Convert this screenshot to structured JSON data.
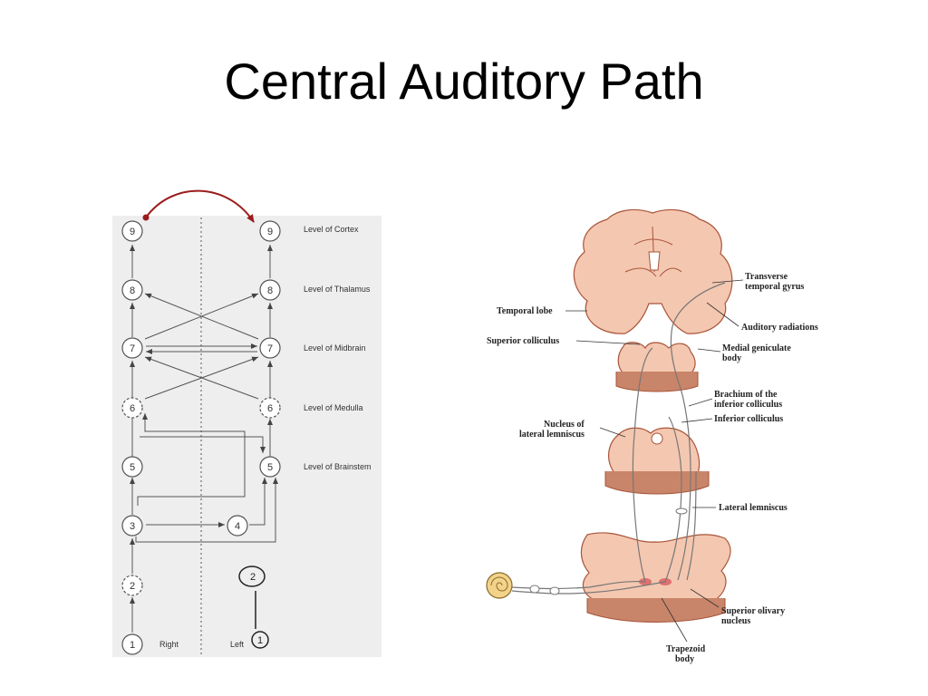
{
  "slide": {
    "title": "Central Auditory Path"
  },
  "pathway_diagram": {
    "levels": [
      {
        "label": "Level of Cortex"
      },
      {
        "label": "Level of Thalamus"
      },
      {
        "label": "Level of Midbrain"
      },
      {
        "label": "Level of Medulla"
      },
      {
        "label": "Level of Brainstem"
      }
    ],
    "right_nodes": [
      "9",
      "8",
      "7",
      "6",
      "5",
      "3",
      "2",
      "1"
    ],
    "left_nodes": [
      "9",
      "8",
      "7",
      "6",
      "5"
    ],
    "extra_nodes": [
      "4"
    ],
    "bottom_nodes_left_side": [
      "2",
      "1"
    ],
    "side_labels": {
      "right": "Right",
      "left": "Left"
    },
    "accent_color": "#9b1c1c"
  },
  "anatomy_diagram": {
    "labels": {
      "transverse_gyrus": [
        "Transverse",
        "temporal gyrus"
      ],
      "temporal_lobe": "Temporal lobe",
      "auditory_radiations": "Auditory radiations",
      "superior_colliculus": "Superior colliculus",
      "medial_geniculate": [
        "Medial geniculate",
        "body"
      ],
      "brachium": [
        "Brachium of the",
        "inferior colliculus"
      ],
      "inferior_colliculus": "Inferior colliculus",
      "nucleus_lateral_lemniscus": [
        "Nucleus of",
        "lateral lemniscus"
      ],
      "lateral_lemniscus": "Lateral lemniscus",
      "superior_olivary": [
        "Superior olivary",
        "nucleus"
      ],
      "trapezoid_body": [
        "Trapezoid",
        "body"
      ]
    },
    "tissue_color": "#f4c7b0",
    "tissue_dark": "#a8553a"
  }
}
